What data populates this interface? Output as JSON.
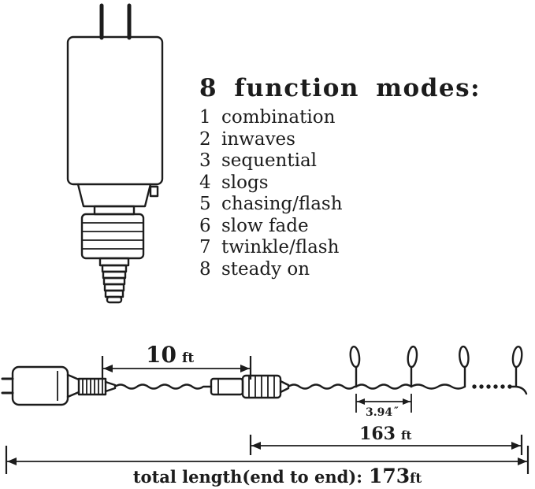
{
  "modes_panel": {
    "title": "8 function modes:",
    "items": [
      {
        "num": "1",
        "label": "combination"
      },
      {
        "num": "2",
        "label": "inwaves"
      },
      {
        "num": "3",
        "label": "sequential"
      },
      {
        "num": "4",
        "label": "slogs"
      },
      {
        "num": "5",
        "label": "chasing/flash"
      },
      {
        "num": "6",
        "label": "slow fade"
      },
      {
        "num": "7",
        "label": "twinkle/flash"
      },
      {
        "num": "8",
        "label": "steady on"
      }
    ]
  },
  "diagram": {
    "lead_length": {
      "value": "10",
      "unit": "ft"
    },
    "bulb_spacing": {
      "value": "3.94",
      "unit": "″"
    },
    "lit_length": {
      "value": "163",
      "unit": "ft"
    },
    "total_length": {
      "label": "total length(end to end):",
      "value": "173",
      "unit": "ft"
    },
    "colors": {
      "ink": "#1c1c1c",
      "background": "#ffffff"
    }
  }
}
